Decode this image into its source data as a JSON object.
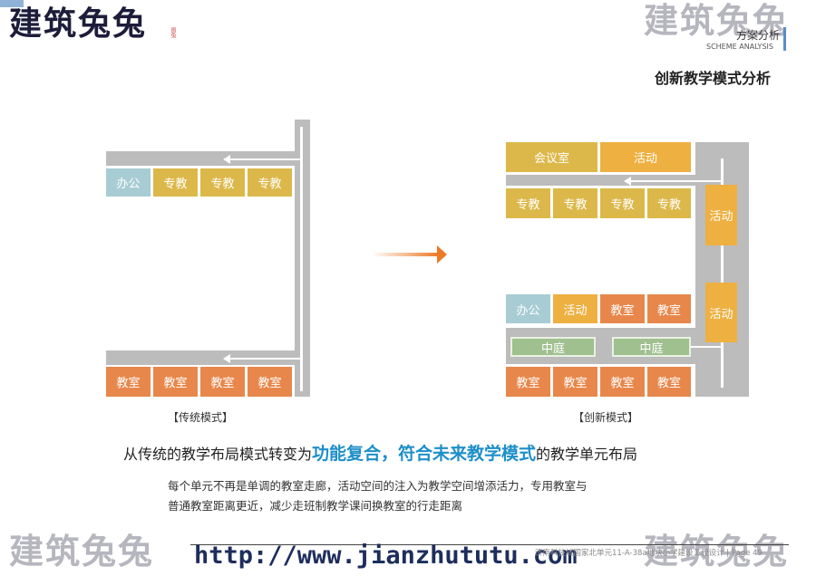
{
  "branding": {
    "logo_text": "建筑兔兔",
    "seal_text": "图兔",
    "section_cn": "方案分析",
    "section_en": "SCHEME ANALYSIS",
    "accent_color": "#1e8fc8"
  },
  "page_title": "创新教学模式分析",
  "traditional": {
    "caption": "【传统模式】",
    "top_row": [
      "办公",
      "专教",
      "专教",
      "专教"
    ],
    "bottom_row": [
      "教室",
      "教室",
      "教室",
      "教室"
    ]
  },
  "innovative": {
    "caption": "【创新模式】",
    "row1": [
      "会议室",
      "活动"
    ],
    "row2": [
      "专教",
      "专教",
      "专教",
      "专教"
    ],
    "side": [
      "活动",
      "活动"
    ],
    "row3": [
      "办公",
      "活动",
      "教室",
      "教室"
    ],
    "courtyards": [
      "中庭",
      "中庭"
    ],
    "row4": [
      "教室",
      "教室",
      "教室",
      "教室"
    ]
  },
  "headline": {
    "prefix": "从传统的教学布局模式转变为",
    "highlight": "功能复合，符合未来教学模式",
    "suffix": "的教学单元布局"
  },
  "description": [
    "每个单元不再是单调的教室走廊，活动空间的注入为教学空间增添活力，专用教室与",
    "普通教室距离更近，减少走班制教学课间换教室的行走距离"
  ],
  "footer": {
    "url": "http://www.jianzhututu.com",
    "project": "济南科技城国家北单元11-A-38a地块小学建设工程设计 | Page 49"
  }
}
